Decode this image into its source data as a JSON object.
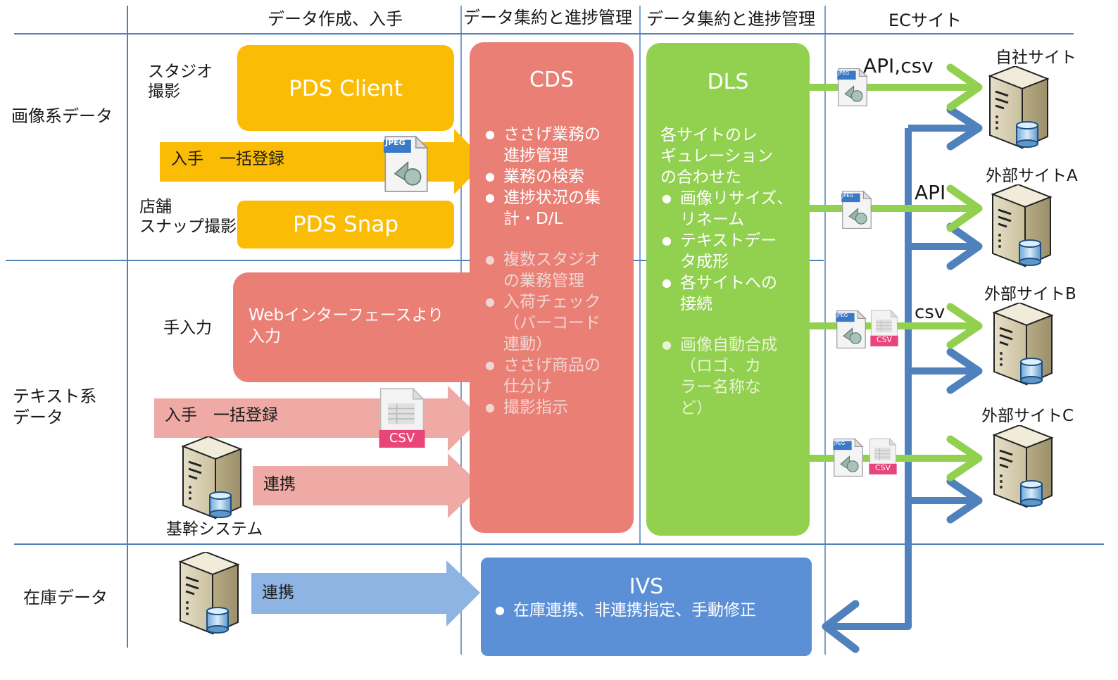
{
  "headers": {
    "col1": "データ作成、入手",
    "col2": "データ集約と進捗管理",
    "col3": "データ集約と進捗管理",
    "col4": "ECサイト"
  },
  "rows": {
    "image": "画像系データ",
    "text": "テキスト系\nデータ",
    "stock": "在庫データ"
  },
  "sources": {
    "studio": "スタジオ\n撮影",
    "store": "店舗\nスナップ撮影",
    "manual": "手入力",
    "core_system": "基幹システム"
  },
  "boxes": {
    "pds_client": "PDS Client",
    "pds_snap": "PDS Snap",
    "web_input": "Webインターフェースより\n入力",
    "cds": {
      "title": "CDS",
      "items_primary": [
        "ささげ業務の\n進捗管理",
        "業務の検索",
        "進捗状況の集\n計・D/L"
      ],
      "items_secondary": [
        "複数スタジオ\nの業務管理",
        "入荷チェック\n（バーコード\n連動）",
        "ささげ商品の\n仕分け",
        "撮影指示"
      ]
    },
    "dls": {
      "title": "DLS",
      "intro": "各サイトのレ\nギュレーション\nの合わせた",
      "items_primary": [
        "画像リサイズ、\nリネーム",
        "テキストデー\nタ成形",
        "各サイトへの\n接続"
      ],
      "items_secondary": [
        "画像自動合成\n（ロゴ、カ\nラー名称な\nど）"
      ]
    },
    "ivs": {
      "title": "IVS",
      "item": "在庫連携、非連携指定、手動修正"
    }
  },
  "arrows": {
    "image_bulk": "入手　一括登録",
    "text_bulk": "入手　一括登録",
    "text_link": "連携",
    "stock_link": "連携"
  },
  "file_icons": {
    "jpeg": "JPEG",
    "csv": "CSV"
  },
  "ec": {
    "own_site": "自社サイト",
    "site_a": "外部サイトA",
    "site_b": "外部サイトB",
    "site_c": "外部サイトC",
    "label_own": "API,csv",
    "label_a": "API",
    "label_b": "csv"
  },
  "colors": {
    "yellow": "#FBBC05",
    "salmon": "#E97F75",
    "pink": "#EFAAA5",
    "green": "#92D050",
    "blue": "#5B8FD6",
    "light_blue": "#8EB4E3",
    "line": "#4F81BD"
  }
}
